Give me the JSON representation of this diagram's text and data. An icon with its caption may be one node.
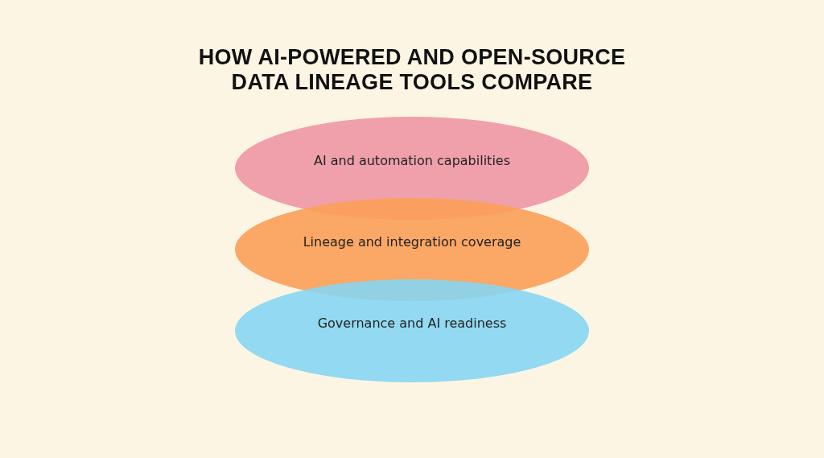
{
  "diagram": {
    "title": "HOW AI-POWERED AND OPEN-SOURCE DATA LINEAGE TOOLS COMPARE",
    "nodes": [
      {
        "text": [
          "AI and automation capabilities"
        ]
      },
      {
        "text": [
          "Lineage and integration coverage"
        ]
      },
      {
        "text": [
          "Governance and AI readiness"
        ]
      }
    ]
  }
}
